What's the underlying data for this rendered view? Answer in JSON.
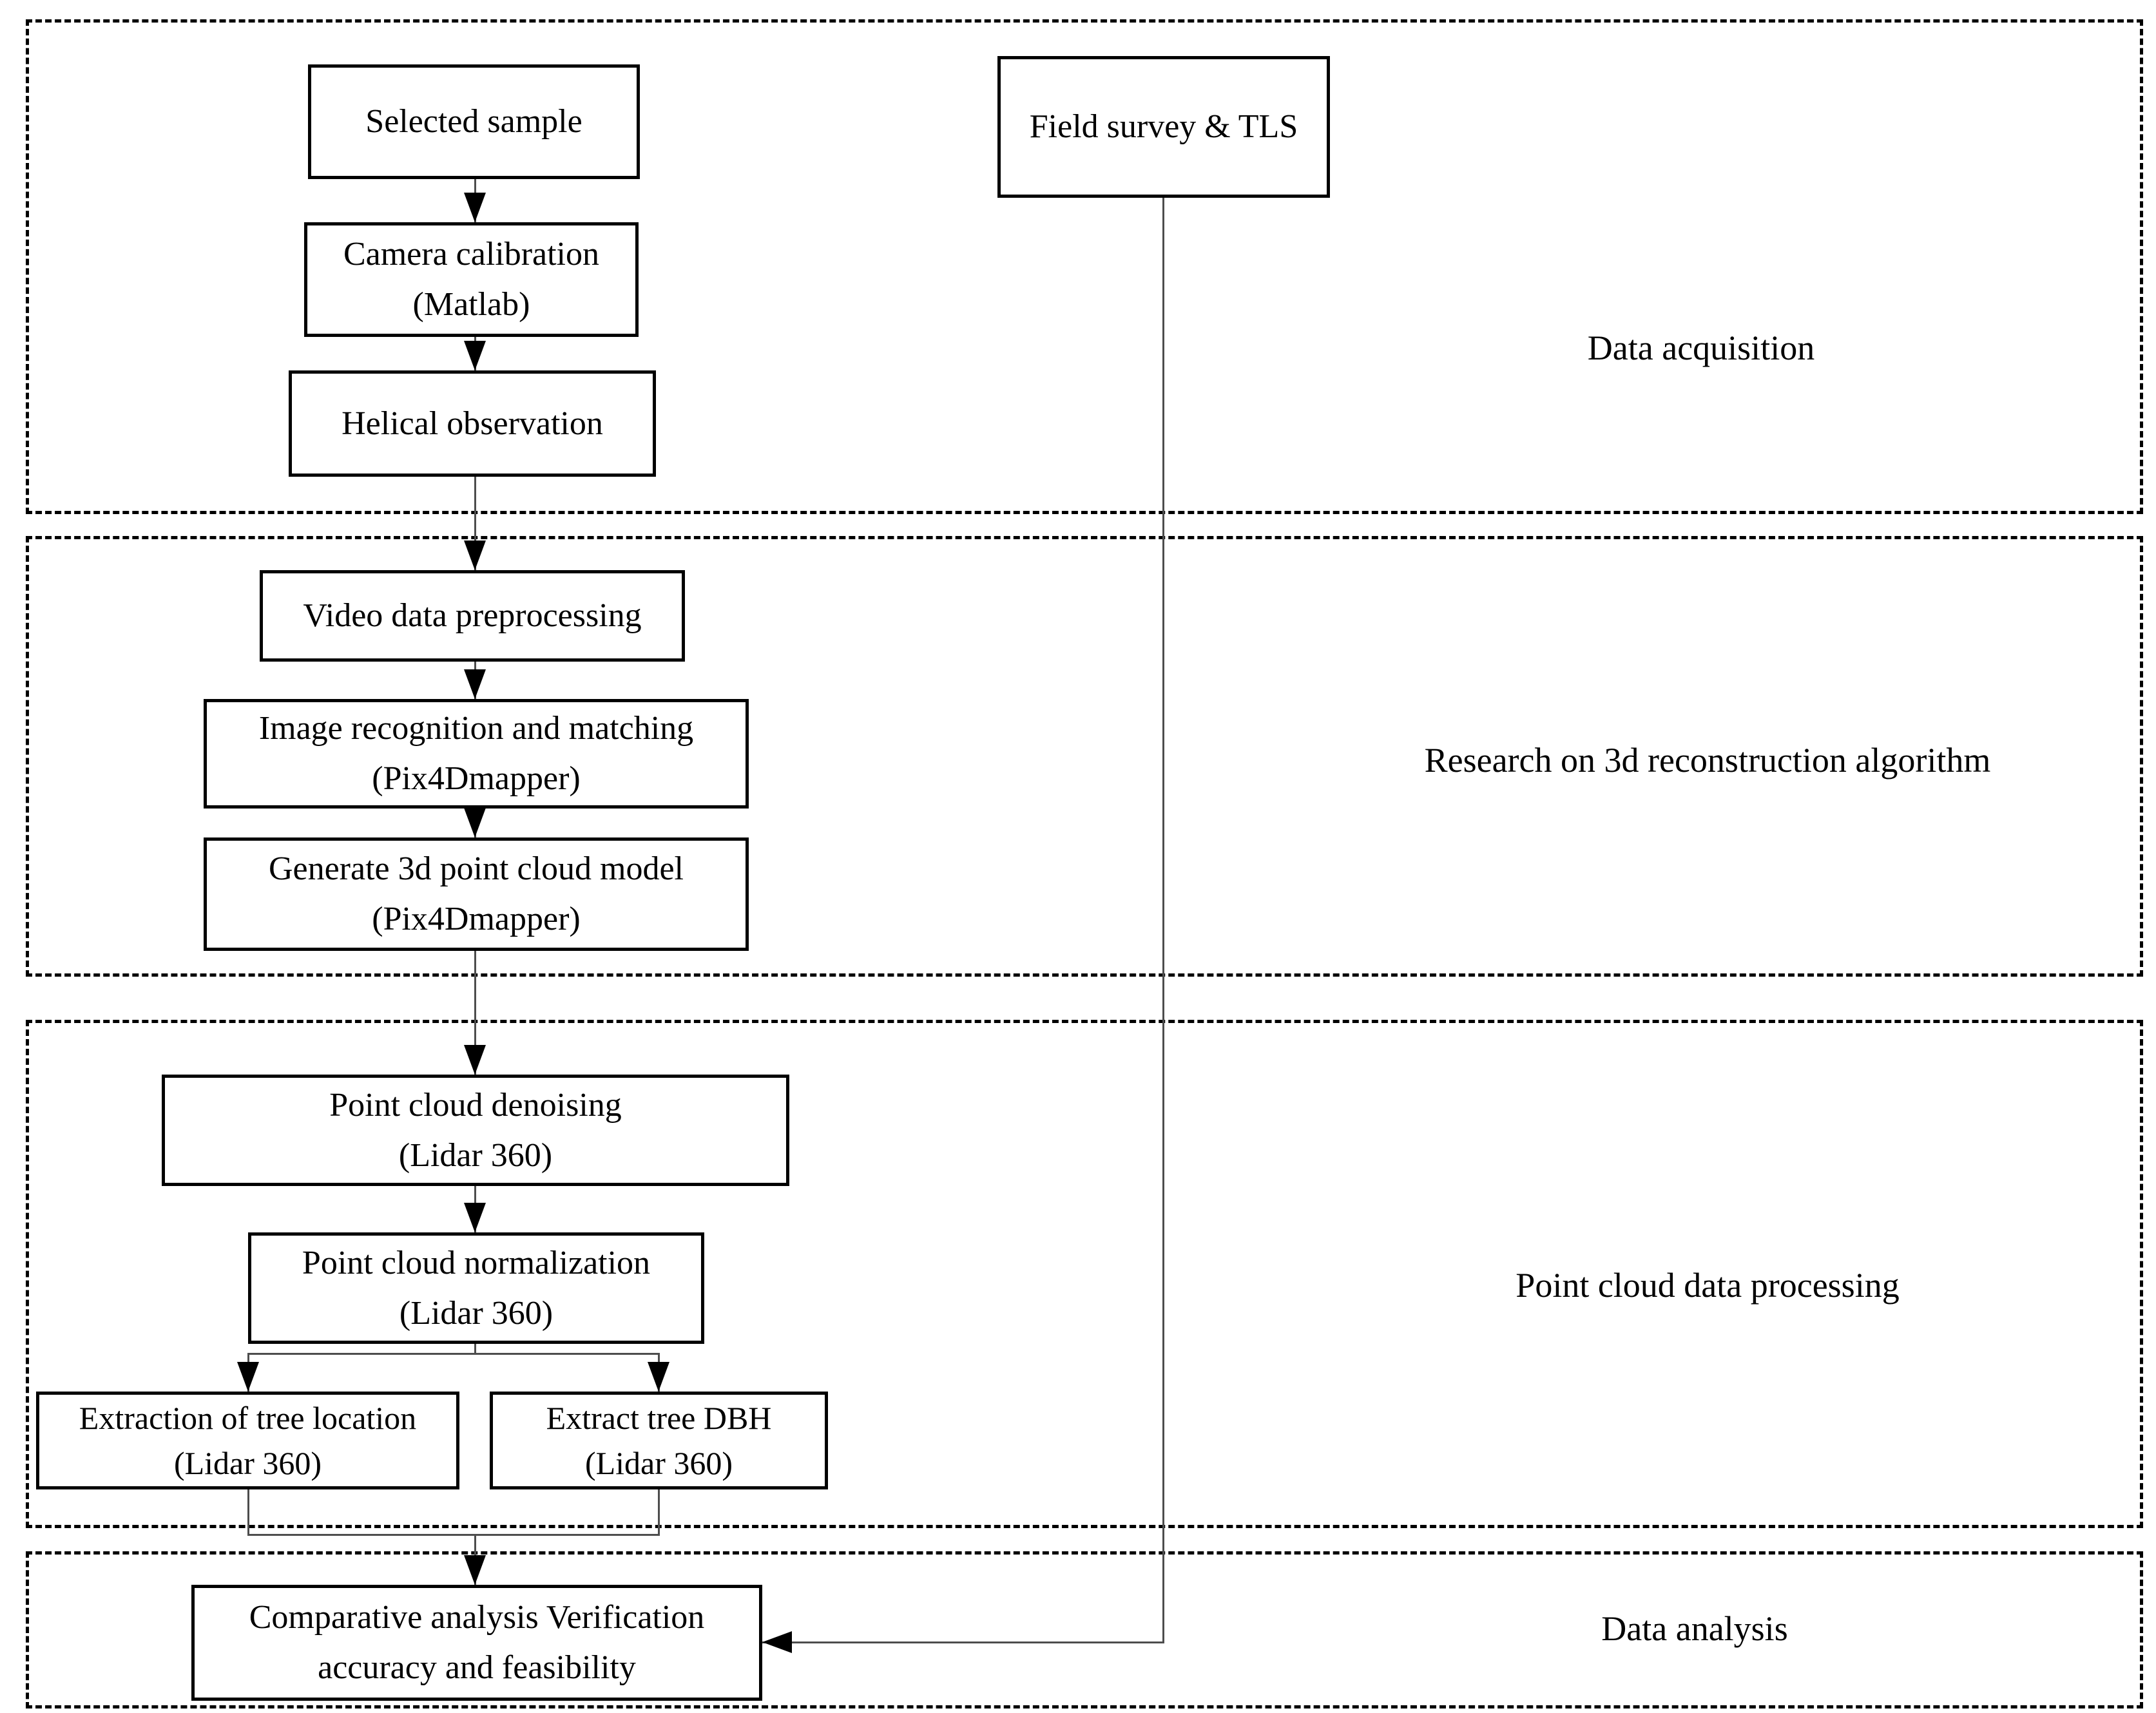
{
  "style": {
    "background": "#ffffff",
    "box_border": "#000000",
    "connector": "#4d4d4d",
    "text": "#000000"
  },
  "sections": [
    {
      "label": "Data acquisition"
    },
    {
      "label": "Research on 3d reconstruction algorithm"
    },
    {
      "label": "Point cloud data processing"
    },
    {
      "label": "Data analysis"
    }
  ],
  "nodes": {
    "selected_sample": {
      "line1": "Selected sample"
    },
    "camera_calibration": {
      "line1": "Camera calibration",
      "line2": "(Matlab)"
    },
    "helical_observation": {
      "line1": "Helical observation"
    },
    "field_survey": {
      "line1": "Field survey & TLS"
    },
    "video_preprocessing": {
      "line1": "Video data preprocessing"
    },
    "image_recognition": {
      "line1": "Image recognition and matching",
      "line2": "(Pix4Dmapper)"
    },
    "generate_model": {
      "line1": "Generate 3d point cloud model",
      "line2": "(Pix4Dmapper)"
    },
    "denoising": {
      "line1": "Point cloud denoising",
      "line2": "(Lidar 360)"
    },
    "normalization": {
      "line1": "Point cloud normalization",
      "line2": "(Lidar 360)"
    },
    "tree_location": {
      "line1": "Extraction of tree location",
      "line2": "(Lidar 360)"
    },
    "tree_dbh": {
      "line1": "Extract tree DBH",
      "line2": "(Lidar 360)"
    },
    "comparative": {
      "line1": "Comparative analysis Verification",
      "line2": "accuracy and feasibility"
    }
  }
}
